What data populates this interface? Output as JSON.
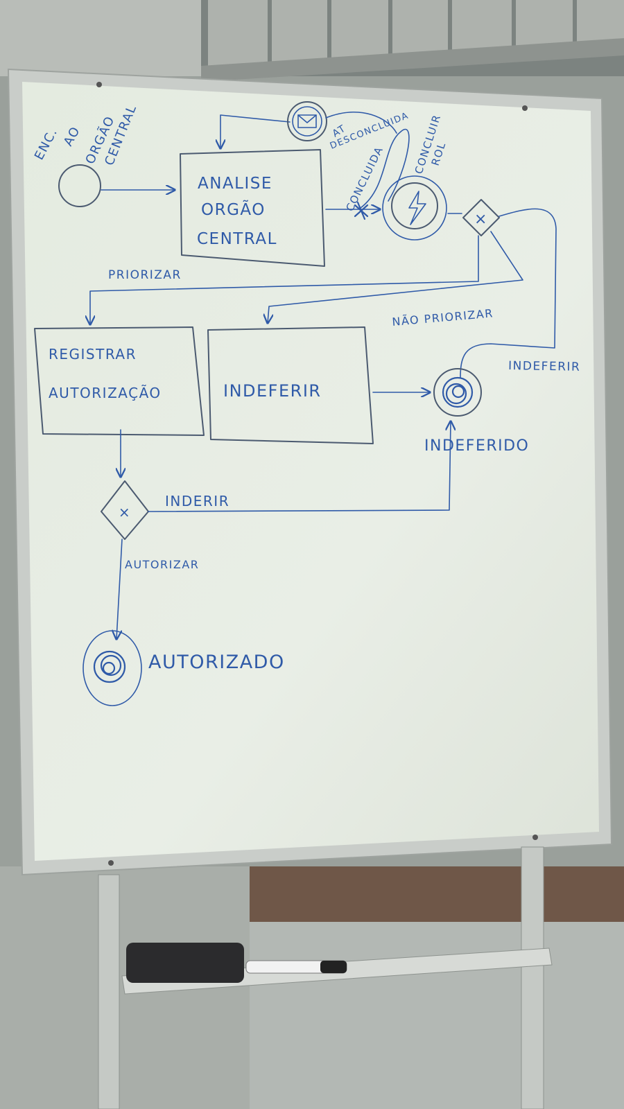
{
  "diagram": {
    "start_event": {
      "label_lines": [
        "ENC.",
        "AO",
        "ORGÃO",
        "CENTRAL"
      ]
    },
    "message_event": {
      "label_lines": [
        "AT",
        "DESCONCLUIDA"
      ]
    },
    "flow_labels": {
      "concluida": "CONCLUIDA",
      "concluir_rol": [
        "CONCLUIR",
        "ROL"
      ],
      "priorizar": "PRIORIZAR",
      "nao_priorizar": "NÃO PRIORIZAR",
      "indeferir_right": "INDEFERIR",
      "inderir": "INDERIR",
      "autorizar": "AUTORIZAR"
    },
    "tasks": {
      "analise": [
        "ANALISE",
        "ORGÃO",
        "CENTRAL"
      ],
      "registrar": [
        "REGISTRAR",
        "AUTORIZAÇÃO"
      ],
      "indeferir": "INDEFERIR"
    },
    "gateways": {
      "exclusive_symbol": "×"
    },
    "end_events": {
      "indeferido": "INDEFERIDO",
      "autorizado": "AUTORIZADO"
    }
  },
  "colors": {
    "ink": "#2f5aa8",
    "board": "#e6ece2",
    "frame": "#c8ccc8",
    "wall": "#9aa19c"
  },
  "icons": {
    "message_event": "envelope-icon",
    "error_event": "lightning-bolt-icon",
    "gateway": "x-mark-icon",
    "end_event": "scribbled-end-icon"
  }
}
